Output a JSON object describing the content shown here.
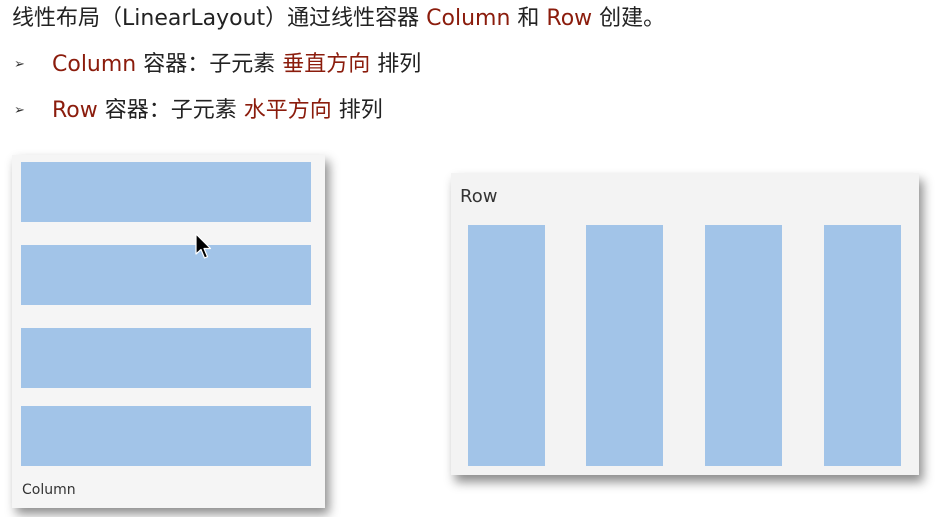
{
  "headline": {
    "prefix": "线性布局（LinearLayout）通过线性容器 ",
    "term_column": "Column",
    "connector": " 和 ",
    "term_row": "Row",
    "suffix": " 创建。"
  },
  "bullets": [
    {
      "marker": "➢",
      "term": "Column",
      "text_before": " 容器：子元素 ",
      "highlight": "垂直方向",
      "text_after": " 排列"
    },
    {
      "marker": "➢",
      "term": "Row",
      "text_before": " 容器：子元素 ",
      "highlight": "水平方向",
      "text_after": "  排列"
    }
  ],
  "diagrams": {
    "column": {
      "caption": "Column",
      "children_count": 4
    },
    "row": {
      "caption": "Row",
      "children_count": 4
    }
  },
  "colors": {
    "accent": "#8b1c0c",
    "child_block": "#a2c4e8",
    "panel_background": "#f5f5f5"
  },
  "icons": {
    "bullet_marker": "arrowhead-bullet-icon",
    "cursor": "mouse-pointer-icon"
  }
}
